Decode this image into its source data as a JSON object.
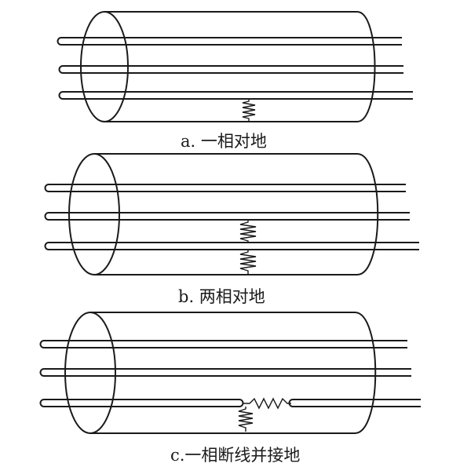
{
  "panels": [
    {
      "id": "a",
      "caption": "a.  一相对地",
      "fault": "one-phase-to-ground"
    },
    {
      "id": "b",
      "caption": "b.  两相对地",
      "fault": "two-phase-to-ground"
    },
    {
      "id": "c",
      "caption": "c.一相断线并接地",
      "fault": "one-phase-break-and-ground"
    }
  ]
}
